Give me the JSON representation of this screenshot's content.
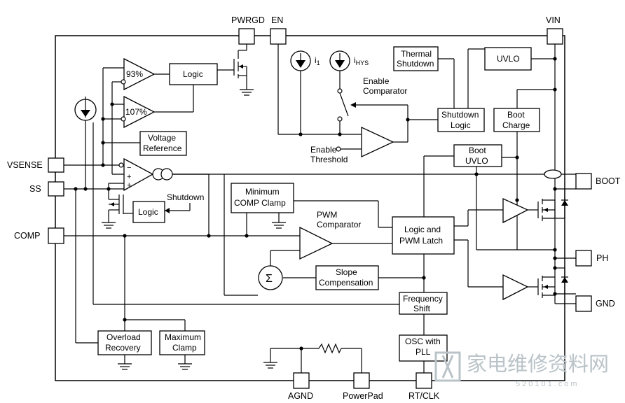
{
  "pins": {
    "pwrgd": "PWRGD",
    "en": "EN",
    "vin": "VIN",
    "vsense": "VSENSE",
    "ss": "SS",
    "comp": "COMP",
    "boot": "BOOT",
    "ph": "PH",
    "gnd": "GND",
    "agnd": "AGND",
    "powerpad": "PowerPad",
    "rtclk": "RT/CLK"
  },
  "comparators": {
    "ov_pct": "93%",
    "uv_pct": "107%"
  },
  "blocks": {
    "logic_top": "Logic",
    "voltage_ref": [
      "Voltage",
      "Reference"
    ],
    "logic_ss": "Logic",
    "shutdown_label": "Shutdown",
    "min_comp_clamp": [
      "Minimum",
      "COMP Clamp"
    ],
    "pwm_comparator": [
      "PWM",
      "Comparator"
    ],
    "logic_pwm_latch": [
      "Logic and",
      "PWM Latch"
    ],
    "slope_comp": [
      "Slope",
      "Compensation"
    ],
    "sigma": "Σ",
    "freq_shift": [
      "Frequency",
      "Shift"
    ],
    "overload_recovery": [
      "Overload",
      "Recovery"
    ],
    "maximum_clamp": [
      "Maximum",
      "Clamp"
    ],
    "osc_pll": [
      "OSC with",
      "PLL"
    ],
    "thermal_shutdown": [
      "Thermal",
      "Shutdown"
    ],
    "uvlo": "UVLO",
    "shutdown_logic": [
      "Shutdown",
      "Logic"
    ],
    "boot_charge": [
      "Boot",
      "Charge"
    ],
    "boot_uvlo": [
      "Boot",
      "UVLO"
    ],
    "enable_comparator": [
      "Enable",
      "Comparator"
    ],
    "enable_threshold": [
      "Enable",
      "Threshold"
    ],
    "i1_main": "i",
    "i1_sub": "1",
    "ihys_main": "i",
    "ihys_sub": "HYS"
  },
  "watermark": {
    "brand": "家电维修资料网",
    "site": "520101.com"
  },
  "colors": {
    "line": "#000000",
    "background": "#ffffff",
    "watermark": "#b9c3c8"
  }
}
